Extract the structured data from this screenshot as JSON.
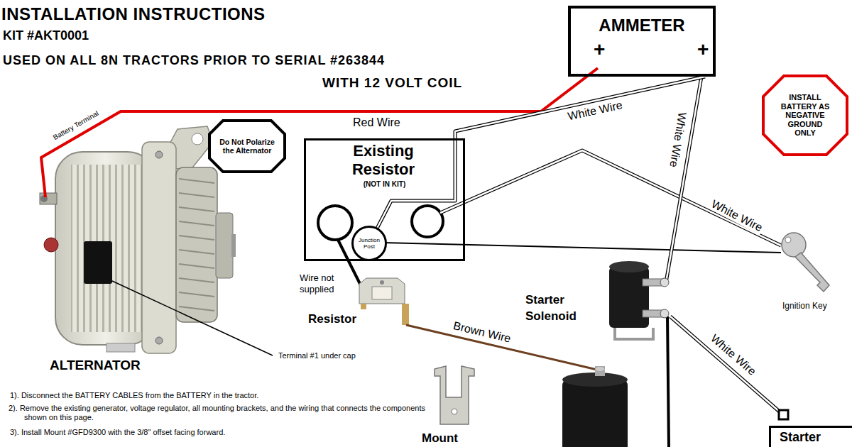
{
  "diagram": {
    "title": "INSTALLATION INSTRUCTIONS",
    "nodes": [
      {
        "text": [
          "AMMETER",
          "+",
          "+"
        ]
      },
      {
        "text": [
          "INSTALL BATTERY AS NEGATIVE GROUND ONLY"
        ]
      },
      {
        "text": [
          "Do Not Polarize the Alternator"
        ]
      },
      {
        "text": [
          "Existing Resistor",
          "(NOT IN KIT)"
        ]
      },
      {
        "text": [
          "Junction Post"
        ],
        "in": 3
      },
      {
        "text": [
          "Starter"
        ]
      }
    ],
    "edges": [
      {
        "from": 4,
        "to": 0,
        "arrow": "none",
        "label": "White Wire"
      }
    ],
    "labels": [
      "KIT #AKT0001",
      "USED ON ALL 8N TRACTORS PRIOR TO SERIAL #263844",
      "WITH 12 VOLT COIL",
      "Battery Terminal",
      "Red Wire",
      "White Wire",
      "White Wire",
      "Wire not supplied",
      "Resistor",
      "Brown Wire",
      "Starter Solenoid",
      "Ignition Key",
      "White Wire",
      "Terminal #1 under cap",
      "ALTERNATOR",
      "1). Disconnect the BATTERY CABLES from the BATTERY in the tractor.",
      "2). Remove the existing generator, voltage regulator, all mounting brackets, and the wiring that connects the components shown on this page.",
      "3). Install Mount #GFD9300 with the 3/8\" offset facing forward.",
      "Mount"
    ]
  }
}
